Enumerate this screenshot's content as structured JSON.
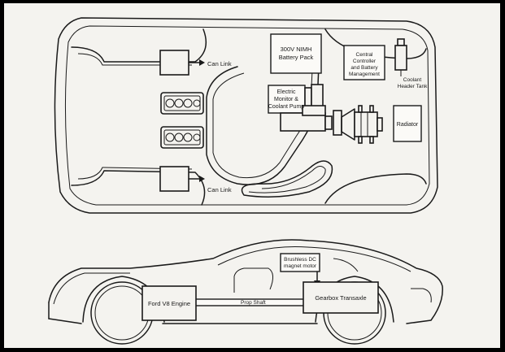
{
  "top_view": {
    "can_link_upper": "Can Link",
    "can_link_lower": "Can Link",
    "battery_pack": [
      "300V NIMH",
      "Battery Pack"
    ],
    "central_controller": [
      "Central",
      "Controller",
      "and Battery",
      "Management"
    ],
    "coolant_header_tank": [
      "Coolant",
      "Header Tank"
    ],
    "electric_monitor_pump": [
      "Electric",
      "Monitor &",
      "Coolant Pump"
    ],
    "radiator": "Radiator"
  },
  "side_view": {
    "brushless_motor": [
      "Brushless DC",
      "magnet motor"
    ],
    "ford_engine": "Ford V8 Engine",
    "prop_shaft": "Prop Shaft",
    "gearbox": "Gearbox Transaxle"
  }
}
